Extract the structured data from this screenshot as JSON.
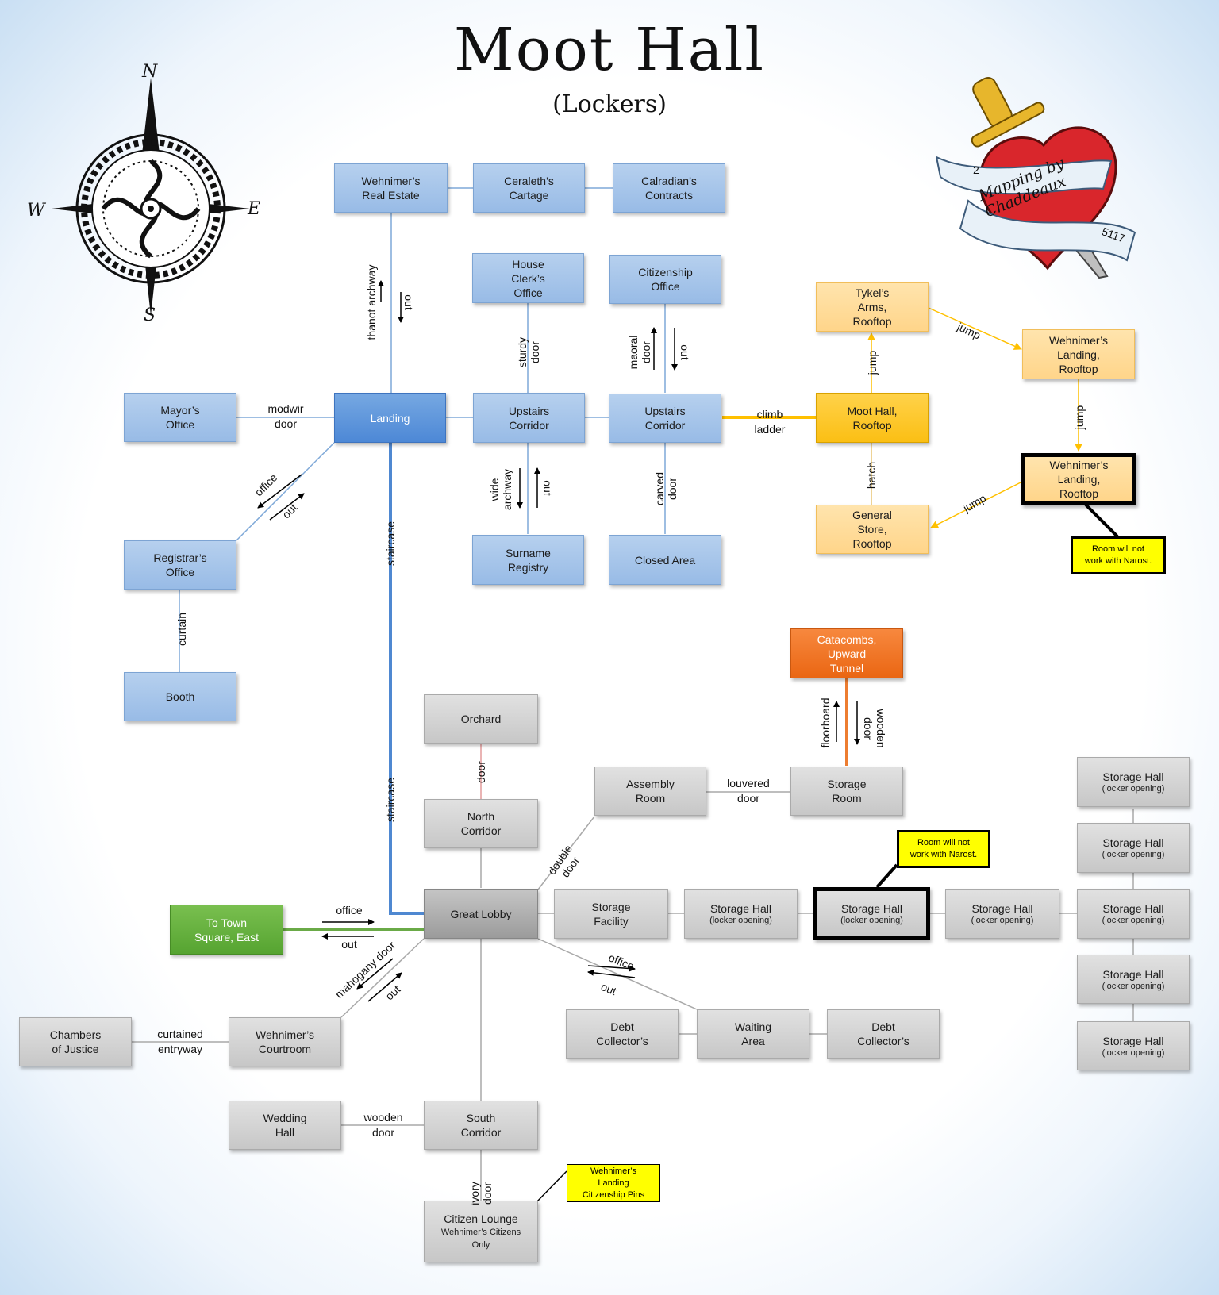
{
  "title": "Moot Hall",
  "subtitle": "(Lockers)",
  "compass": {
    "n": "N",
    "s": "S",
    "e": "E",
    "w": "W"
  },
  "logo": {
    "text": "Mapping by Chaddeaux",
    "left_number": "2",
    "right_number": "5117"
  },
  "rooms": {
    "wehnimers_real_estate": "Wehnimer’s\nReal Estate",
    "ceraleths_cartage": "Ceraleth’s\nCartage",
    "caladrians_contracts": "Calradian’s\nContracts",
    "house_clerks_office": "House\nClerk’s\nOffice",
    "citizenship_office": "Citizenship\nOffice",
    "mayors_office": "Mayor’s\nOffice",
    "landing": "Landing",
    "upstairs_corridor_1": "Upstairs\nCorridor",
    "upstairs_corridor_2": "Upstairs\nCorridor",
    "registrars_office": "Registrar’s\nOffice",
    "booth": "Booth",
    "surname_registry": "Surname\nRegistry",
    "closed_area": "Closed Area",
    "tykels_arms_rooftop": "Tykel’s\nArms,\nRooftop",
    "wehnimers_landing_rooftop_1": "Wehnimer’s\nLanding,\nRooftop",
    "moot_hall_rooftop": "Moot Hall,\nRooftop",
    "wehnimers_landing_rooftop_2": "Wehnimer’s\nLanding,\nRooftop",
    "general_store_rooftop": "General\nStore,\nRooftop",
    "catacombs_upward_tunnel": "Catacombs,\nUpward\nTunnel",
    "orchard": "Orchard",
    "north_corridor": "North\nCorridor",
    "assembly_room": "Assembly\nRoom",
    "storage_room": "Storage\nRoom",
    "great_lobby": "Great Lobby",
    "to_town_square_east": "To Town\nSquare, East",
    "storage_facility": "Storage\nFacility",
    "storage_hall_label": "Storage Hall",
    "locker_opening": "(locker opening)",
    "chambers_of_justice": "Chambers\nof Justice",
    "wehnimers_courtroom": "Wehnimer’s\nCourtroom",
    "debt_collectors_1": "Debt\nCollector’s",
    "waiting_area": "Waiting\nArea",
    "debt_collectors_2": "Debt\nCollector’s",
    "wedding_hall": "Wedding\nHall",
    "south_corridor": "South\nCorridor",
    "citizen_lounge": "Citizen Lounge",
    "citizen_lounge_sub": "Wehnimer’s Citizens\nOnly"
  },
  "notes": {
    "narost_1": "Room will not\nwork with Narost.",
    "narost_2": "Room will not\nwork with Narost.",
    "citizenship_pins": "Wehnimer’s\nLanding\nCitizenship Pins"
  },
  "labels": {
    "modwir_door": "modwir\ndoor",
    "climb_ladder": "climb\nladder",
    "jump": "jump",
    "hatch": "hatch",
    "thanot_archway": "thanot archway",
    "out": "out",
    "sturdy_door": "sturdy\ndoor",
    "maoral_door": "maoral\ndoor",
    "wide_archway": "wide\narchway",
    "carved_door": "carved\ndoor",
    "office": "office",
    "staircase": "staircase",
    "curtain": "curtain",
    "door": "door",
    "louvered_door": "louvered\ndoor",
    "floorboard": "floorboard",
    "wooden_door": "wooden\ndoor",
    "double_door": "double\ndoor",
    "mahogany_door": "mahogany door",
    "curtained_entryway": "curtained\nentryway",
    "ivory_door": "ivory\ndoor"
  },
  "colors": {
    "blue_room": "#a7c6ec",
    "landing": "#5b92d9",
    "gray_room": "#d3d3d3",
    "great_lobby": "#a9a9a9",
    "rooftop": "#ffdc98",
    "moot_hall_rooftop": "#ffc91f",
    "catacombs": "#f07522",
    "town_square": "#63ae3c",
    "note": "#ffff00",
    "staircase_line": "#4f88d1",
    "ladder_line": "#ffc000",
    "exit_line": "#6aaa47",
    "tunnel_line": "#ed7d31"
  }
}
